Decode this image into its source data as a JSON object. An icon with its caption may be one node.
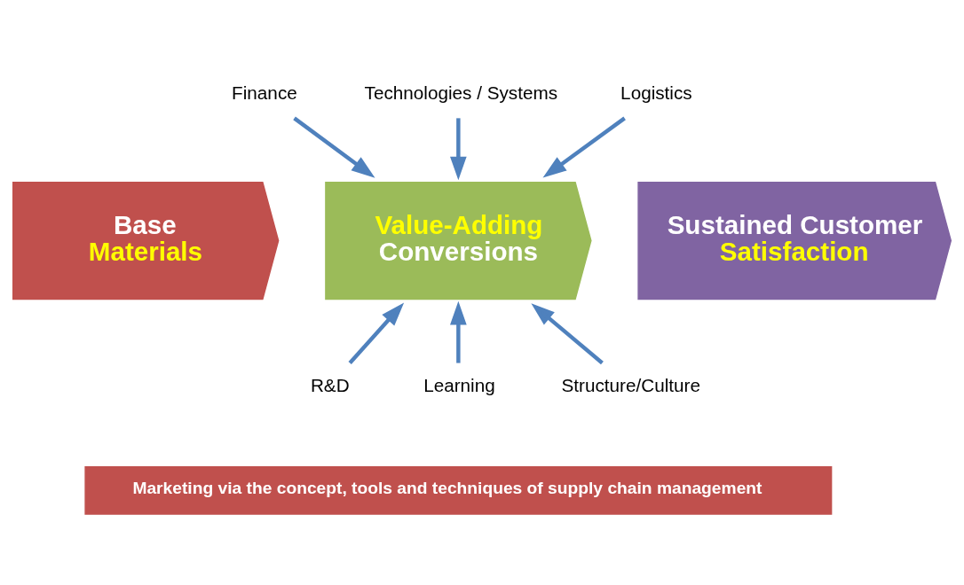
{
  "diagram": {
    "nodes": [
      {
        "text": [
          "Base",
          "Materials"
        ]
      },
      {
        "text": [
          "Value-Adding",
          "Conversions"
        ]
      },
      {
        "text": [
          "Sustained Customer",
          "Satisfaction"
        ]
      },
      {
        "text": [
          "Finance"
        ]
      },
      {
        "text": [
          "Technologies / Systems"
        ]
      },
      {
        "text": [
          "Logistics"
        ]
      },
      {
        "text": [
          "R&D"
        ]
      },
      {
        "text": [
          "Learning"
        ]
      },
      {
        "text": [
          "Structure/Culture"
        ]
      },
      {
        "text": [
          "Marketing via the concept, tools and techniques of supply chain management"
        ]
      }
    ],
    "edges": [
      {
        "from": 3,
        "to": 1,
        "arrow": "to"
      },
      {
        "from": 4,
        "to": 1,
        "arrow": "to"
      },
      {
        "from": 5,
        "to": 1,
        "arrow": "to"
      },
      {
        "from": 6,
        "to": 1,
        "arrow": "to"
      },
      {
        "from": 7,
        "to": 1,
        "arrow": "to"
      },
      {
        "from": 8,
        "to": 1,
        "arrow": "to"
      }
    ]
  }
}
